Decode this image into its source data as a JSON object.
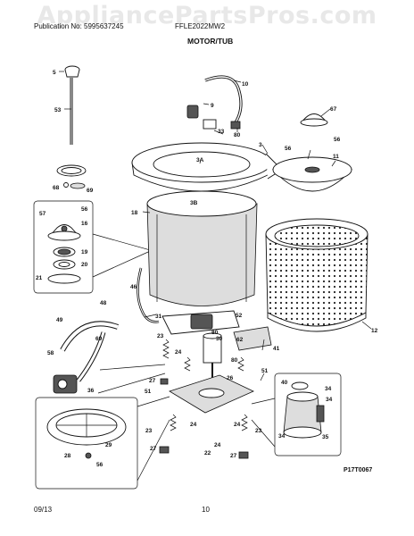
{
  "watermark": "AppliancePartsPros.com",
  "header": {
    "publication": "Publication No: 5995637245",
    "model": "FFLE2022MW2",
    "section_title": "MOTOR/TUB"
  },
  "footer": {
    "date": "09/13",
    "page_number": "10",
    "figure_id": "P17T0067"
  },
  "callouts": {
    "c5": "5",
    "c53": "53",
    "c68": "68",
    "c69": "69",
    "c9": "9",
    "c10": "10",
    "c33": "33",
    "c80a": "80",
    "c3": "3",
    "c3a": "3A",
    "c3b": "3B",
    "c18": "18",
    "c67": "67",
    "c56a": "56",
    "c56b": "56",
    "c11": "11",
    "c57": "57",
    "c56c": "56",
    "c16": "16",
    "c19": "19",
    "c20": "20",
    "c21": "21",
    "c46": "46",
    "c48": "48",
    "c49": "49",
    "c69b": "69",
    "c58": "58",
    "c36": "36",
    "c31": "31",
    "c52": "52",
    "c80b": "80",
    "c30": "30",
    "c62": "62",
    "c23a": "23",
    "c24a": "24",
    "c41": "41",
    "c80c": "80",
    "c27a": "27",
    "c26": "26",
    "c51a": "51",
    "c51b": "51",
    "c24b": "24",
    "c23b": "23",
    "c27b": "27",
    "c22": "22",
    "c24c": "24",
    "c27c": "27",
    "c24d": "24",
    "c23c": "23",
    "c12": "12",
    "c28": "28",
    "c29": "29",
    "c56d": "56",
    "c40": "40",
    "c34a": "34",
    "c34b": "34",
    "c34c": "34",
    "c35": "35"
  }
}
